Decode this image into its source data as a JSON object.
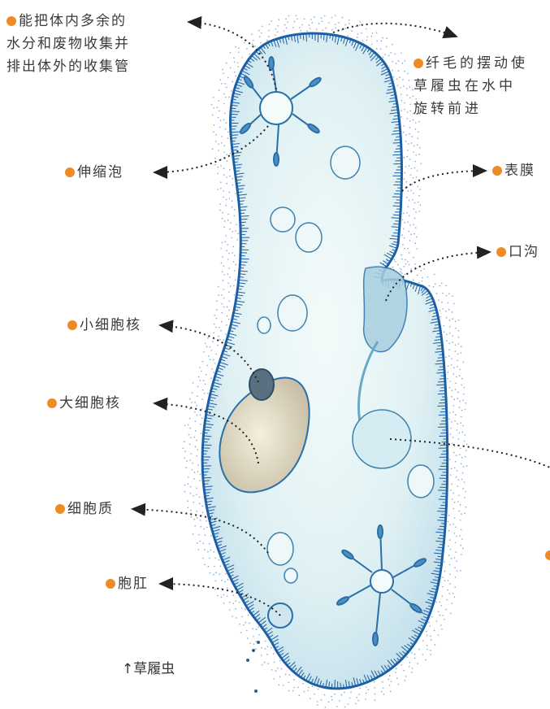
{
  "colors": {
    "dot": "#f08a24",
    "body_edge": "#1d5fa5",
    "body_fill": "#d9eef4",
    "line": "#222222"
  },
  "labels": {
    "contractile_tubes": [
      "能把体内多余的",
      "水分和废物收集并",
      "排出体外的收集管"
    ],
    "cilia": [
      "纤毛的摆动使",
      "草履虫在水中",
      "旋转前进"
    ],
    "contractile_vacuole": "伸缩泡",
    "pellicle": "表膜",
    "oral_groove": "口沟",
    "micronucleus": "小细胞核",
    "macronucleus": "大细胞核",
    "cytoplasm": "细胞质",
    "anal_pore": "胞肛"
  },
  "caption": "↑草履虫"
}
